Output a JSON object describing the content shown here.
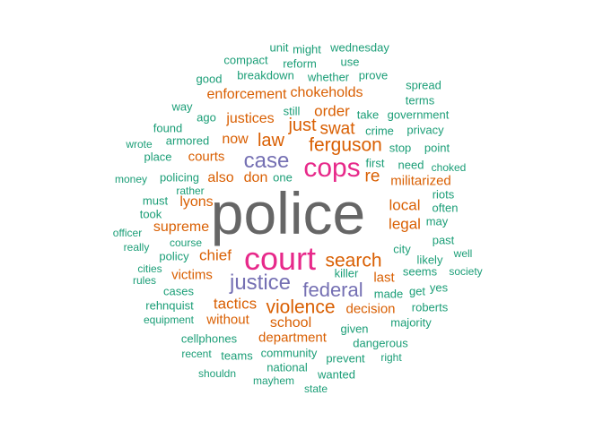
{
  "palette": {
    "teal": "#1b9e77",
    "orange": "#d95f02",
    "purple": "#7570b3",
    "magenta": "#e7298a",
    "gray": "#666666",
    "background": "#ffffff"
  },
  "words": {
    "police": "police",
    "court": "court",
    "cops": "cops",
    "case": "case",
    "justice": "justice",
    "federal": "federal",
    "search": "search",
    "violence": "violence",
    "ferguson": "ferguson",
    "law": "law",
    "just": "just",
    "swat": "swat",
    "re": "re",
    "chief": "chief",
    "tactics": "tactics",
    "order": "order",
    "chokeholds": "chokeholds",
    "enforcement": "enforcement",
    "justices": "justices",
    "now": "now",
    "courts": "courts",
    "also": "also",
    "don": "don",
    "lyons": "lyons",
    "supreme": "supreme",
    "victims": "victims",
    "local": "local",
    "legal": "legal",
    "militarized": "militarized",
    "last": "last",
    "decision": "decision",
    "school": "school",
    "department": "department",
    "without": "without",
    "unit": "unit",
    "might": "might",
    "wednesday": "wednesday",
    "compact": "compact",
    "reform": "reform",
    "use": "use",
    "good": "good",
    "breakdown": "breakdown",
    "whether": "whether",
    "prove": "prove",
    "spread": "spread",
    "terms": "terms",
    "way": "way",
    "ago": "ago",
    "still": "still",
    "take": "take",
    "government": "government",
    "found": "found",
    "armored": "armored",
    "crime": "crime",
    "privacy": "privacy",
    "wrote": "wrote",
    "stop": "stop",
    "point": "point",
    "place": "place",
    "first": "first",
    "need": "need",
    "choked": "choked",
    "money": "money",
    "policing": "policing",
    "one": "one",
    "rather": "rather",
    "riots": "riots",
    "must": "must",
    "often": "often",
    "took": "took",
    "may": "may",
    "officer": "officer",
    "really": "really",
    "course": "course",
    "past": "past",
    "policy": "policy",
    "city": "city",
    "well": "well",
    "likely": "likely",
    "cities": "cities",
    "killer": "killer",
    "rules": "rules",
    "seems": "seems",
    "society": "society",
    "cases": "cases",
    "made": "made",
    "get": "get",
    "yes": "yes",
    "rehnquist": "rehnquist",
    "roberts": "roberts",
    "equipment": "equipment",
    "majority": "majority",
    "given": "given",
    "cellphones": "cellphones",
    "dangerous": "dangerous",
    "recent": "recent",
    "teams": "teams",
    "community": "community",
    "prevent": "prevent",
    "right": "right",
    "national": "national",
    "shouldn": "shouldn",
    "wanted": "wanted",
    "mayhem": "mayhem",
    "state": "state"
  }
}
